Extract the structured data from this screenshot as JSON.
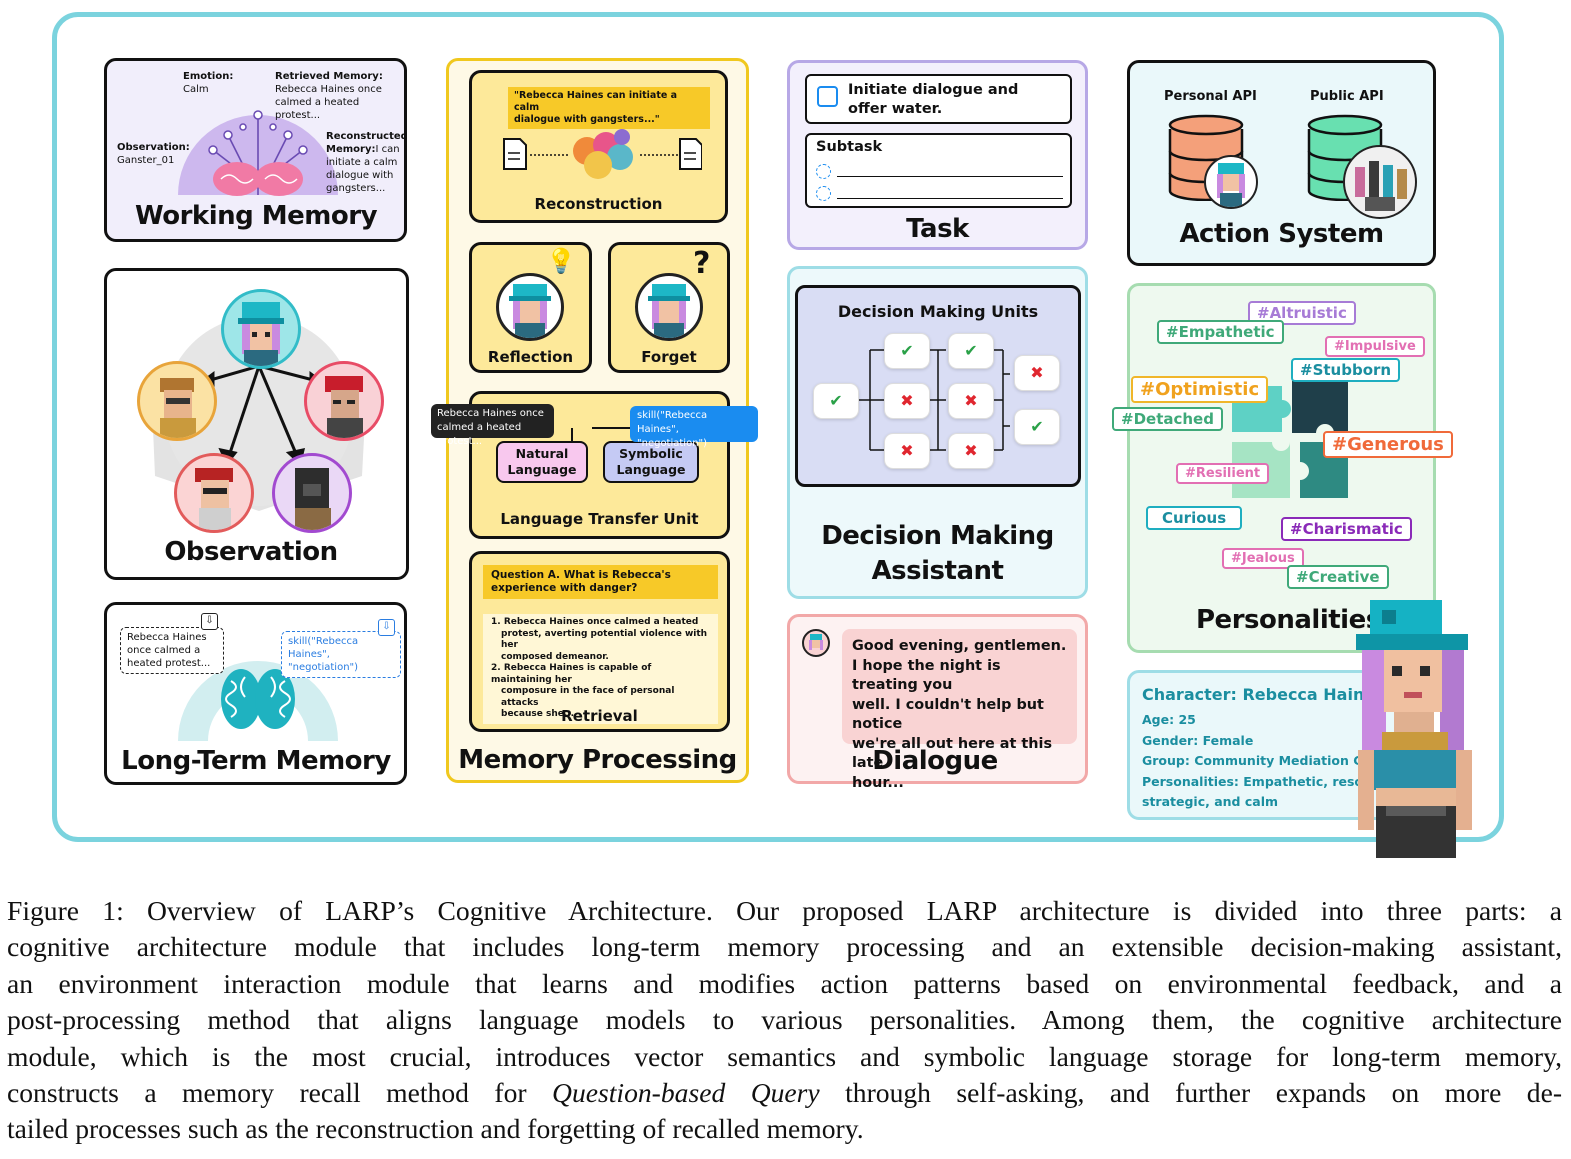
{
  "working_memory": {
    "emotion_label": "Emotion:",
    "emotion_value": "Calm",
    "retrieved_label": "Retrieved Memory:",
    "retrieved_value_1": "Rebecca Haines once",
    "retrieved_value_2": "calmed a heated protest...",
    "observation_label": "Observation:",
    "observation_value": "Ganster_01",
    "reconstructed_label_1": "Reconstructed",
    "reconstructed_label_2": "Memory:",
    "reconstructed_value_1": "I can",
    "reconstructed_value_2": "initiate a calm",
    "reconstructed_value_3": "dialogue with",
    "reconstructed_value_4": "gangsters...",
    "title": "Working Memory"
  },
  "observation": {
    "title": "Observation"
  },
  "long_term_memory": {
    "note_1": "Rebecca Haines",
    "note_2": "once calmed a",
    "note_3": "heated protest...",
    "skill_1": "skill(\"Rebecca",
    "skill_2": "Haines\", \"negotiation\")",
    "title": "Long-Term Memory"
  },
  "memory_processing": {
    "reconstruction_quote_1": "\"Rebecca Haines can initiate a calm",
    "reconstruction_quote_2": "dialogue with gangsters...\"",
    "reconstruction_label": "Reconstruction",
    "reflection_label": "Reflection",
    "forget_label": "Forget",
    "bubble_left_1": "Rebecca Haines once",
    "bubble_left_2": "calmed a heated protest...",
    "bubble_right_1": "skill(\"Rebecca",
    "bubble_right_2": "Haines\", \"negotiation\")",
    "natural_language_1": "Natural",
    "natural_language_2": "Language",
    "symbolic_language_1": "Symbolic",
    "symbolic_language_2": "Language",
    "language_transfer_label": "Language Transfer Unit",
    "question_1": "Question A. What is Rebecca's",
    "question_2": "experience with danger?",
    "answer1_1": "1. Rebecca Haines once calmed a heated",
    "answer1_2": "protest, averting potential violence with her",
    "answer1_3": "composed demeanor.",
    "answer2_1": "2. Rebecca Haines is capable of maintaining her",
    "answer2_2": "composure in the face of personal attacks",
    "answer2_3": "because she...",
    "retrieval_label": "Retrieval",
    "title": "Memory Processing"
  },
  "task": {
    "checkbox_text_1": "Initiate dialogue and",
    "checkbox_text_2": "offer water.",
    "subtask_label": "Subtask",
    "title": "Task"
  },
  "decision_making": {
    "units_label": "Decision Making Units",
    "title_1": "Decision Making",
    "title_2": "Assistant"
  },
  "dialogue": {
    "text_1": "Good evening, gentlemen.",
    "text_2": "I hope the night is treating you",
    "text_3": "well. I couldn't help but notice",
    "text_4": "we're all out here at this late",
    "text_5": "hour...",
    "title": "Dialogue"
  },
  "action_system": {
    "personal_api": "Personal API",
    "public_api": "Public API",
    "title": "Action System"
  },
  "personalities": {
    "tags": {
      "altruistic": "#Altruistic",
      "empathetic": "#Empathetic",
      "impulsive": "#Impulsive",
      "stubborn": "#Stubborn",
      "optimistic": "#Optimistic",
      "detached": "#Detached",
      "generous": "#Generous",
      "resilient": "#Resilient",
      "curious": "Curious",
      "charismatic": "#Charismatic",
      "jealous": "#Jealous",
      "creative": "#Creative"
    },
    "title": "Personalities"
  },
  "character": {
    "character_label": "Character:",
    "character_name": "Rebecca Haines",
    "age": "Age: 25",
    "gender": "Gender: Female",
    "group": "Group: Community Mediation Center",
    "personalities_1": "Personalities: Empathetic, resolute,",
    "personalities_2": "strategic, and calm"
  },
  "caption": {
    "line1": "Figure 1: Overview of LARP’s Cognitive Architecture. Our proposed LARP architecture is divided into three parts: a",
    "line2": "cognitive architecture module that includes long-term memory processing and an extensible decision-making assistant,",
    "line3": "an environment interaction module that learns and modifies action patterns based on environmental feedback, and a",
    "line4": "post-processing method that aligns language models to various personalities. Among them, the cognitive architecture",
    "line5": "module, which is the most crucial, introduces vector semantics and symbolic language storage for long-term memory,",
    "line6_a": "constructs a memory recall method for ",
    "line6_em": "Question-based Query",
    "line6_b": " through self-asking, and further expands on more de-",
    "line7": "tailed processes such as the reconstruction and forgetting of recalled memory."
  },
  "colors": {
    "frame": "#7bd3de",
    "working_memory_bg": "#f1eefb",
    "memory_processing_bg": "#fef9e6",
    "memory_processing_border": "#f0c81e",
    "box_yellow": "#fde99a",
    "task_border": "#b7a8e6",
    "decision_border": "#9edde6",
    "dialogue_border": "#f2a8a8",
    "action_bg": "#eaf8fa",
    "personality_border": "#a6dcb0"
  }
}
